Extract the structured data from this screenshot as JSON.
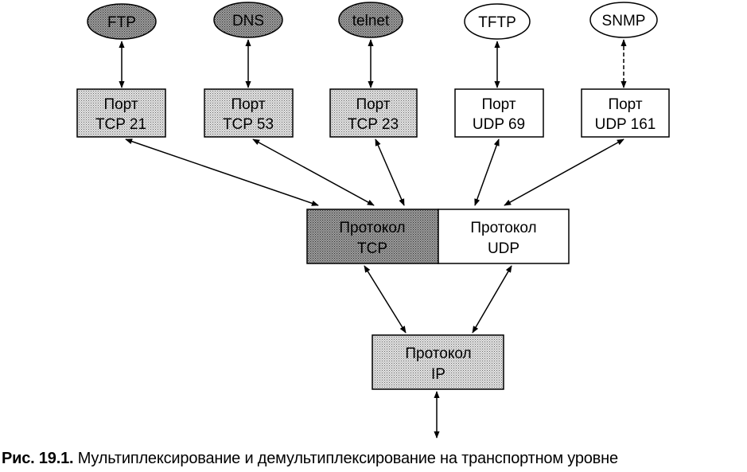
{
  "applications": [
    {
      "label": "FTP",
      "shaded": true
    },
    {
      "label": "DNS",
      "shaded": true
    },
    {
      "label": "telnet",
      "shaded": true
    },
    {
      "label": "TFTP",
      "shaded": false
    },
    {
      "label": "SNMP",
      "shaded": false
    }
  ],
  "ports": [
    {
      "line1": "Порт",
      "line2": "TCP 21",
      "shaded": true
    },
    {
      "line1": "Порт",
      "line2": "TCP 53",
      "shaded": true
    },
    {
      "line1": "Порт",
      "line2": "TCP 23",
      "shaded": true
    },
    {
      "line1": "Порт",
      "line2": "UDP 69",
      "shaded": false
    },
    {
      "line1": "Порт",
      "line2": "UDP 161",
      "shaded": false
    }
  ],
  "protocols": {
    "tcp": {
      "line1": "Протокол",
      "line2": "TCP"
    },
    "udp": {
      "line1": "Протокол",
      "line2": "UDP"
    },
    "ip": {
      "line1": "Протокол",
      "line2": "IP"
    }
  },
  "caption": {
    "figure": "Рис. 19.1.",
    "text": "Мультиплексирование и демультиплексирование на транспортном уровне"
  },
  "colors": {
    "light_shade": "#d2d2d2",
    "dark_shade": "#9a9a9a",
    "stroke": "#000000"
  }
}
